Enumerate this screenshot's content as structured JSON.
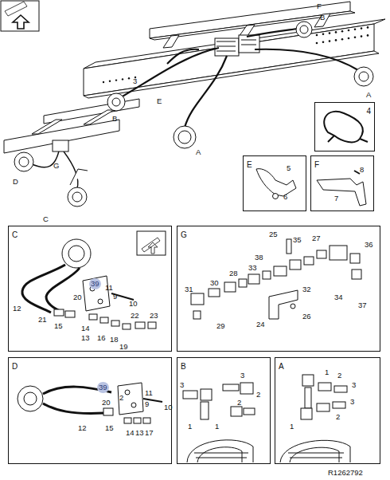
{
  "diagram": {
    "nodes": [
      {
        "text": [
          "4"
        ]
      },
      {
        "text": [
          "E"
        ]
      },
      {
        "text": [
          "F"
        ]
      },
      {
        "text": [
          "C"
        ]
      },
      {
        "text": [
          "G"
        ]
      },
      {
        "text": [
          "D"
        ]
      },
      {
        "text": [
          "B"
        ]
      },
      {
        "text": [
          "A"
        ]
      }
    ],
    "labels": [
      "F",
      "B",
      "3",
      "B",
      "E",
      "A",
      "A",
      "D",
      "G",
      "C",
      "R1262792",
      "5",
      "6",
      "8",
      "7",
      "39",
      "11",
      "9",
      "10",
      "20",
      "12",
      "21",
      "15",
      "22",
      "23",
      "14",
      "13",
      "16",
      "18",
      "19",
      "25",
      "35",
      "27",
      "36",
      "38",
      "33",
      "28",
      "30",
      "31",
      "32",
      "34",
      "37",
      "29",
      "24",
      "26",
      "39",
      "2",
      "11",
      "10",
      "9",
      "20",
      "15",
      "12",
      "14",
      "13",
      "17",
      "3",
      "3",
      "2",
      "2",
      "1",
      "1",
      "1",
      "2",
      "3",
      "3",
      "2",
      "1"
    ]
  }
}
